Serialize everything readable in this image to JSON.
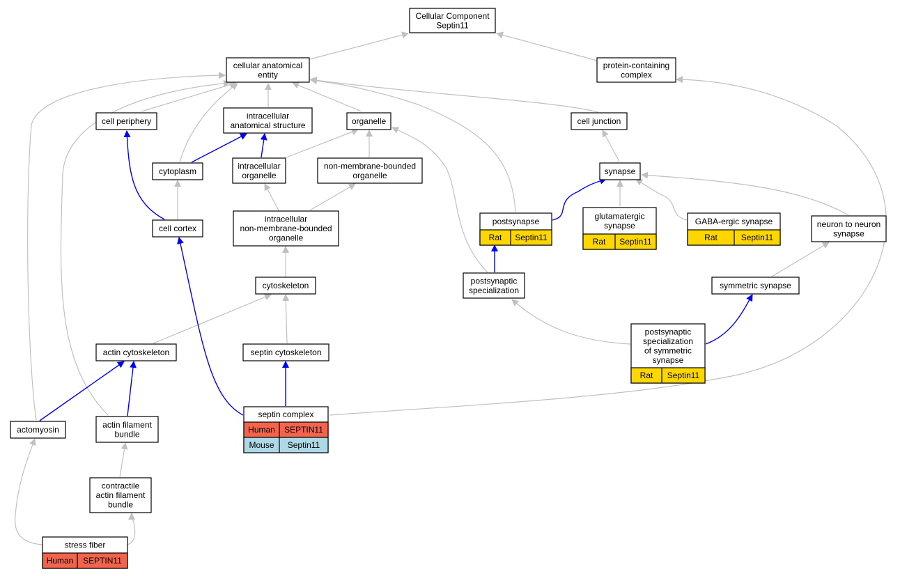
{
  "diagram_title": "",
  "colors": {
    "edge_gray": "#c0c0c0",
    "edge_blue": "#0000ff",
    "human": "#f4634b",
    "rat": "#ffd700",
    "mouse": "#add8e6",
    "node_fill": "#ffffff",
    "node_stroke": "#000000"
  },
  "nodes": [
    {
      "id": "root",
      "lines": [
        "Cellular Component",
        "Septin11"
      ]
    },
    {
      "id": "cae",
      "lines": [
        "cellular anatomical",
        "entity"
      ]
    },
    {
      "id": "pcc",
      "lines": [
        "protein-containing",
        "complex"
      ]
    },
    {
      "id": "cperiph",
      "lines": [
        "cell periphery"
      ]
    },
    {
      "id": "ias",
      "lines": [
        "intracellular",
        "anatomical structure"
      ]
    },
    {
      "id": "organelle",
      "lines": [
        "organelle"
      ]
    },
    {
      "id": "cjunc",
      "lines": [
        "cell junction"
      ]
    },
    {
      "id": "cytoplasm",
      "lines": [
        "cytoplasm"
      ]
    },
    {
      "id": "iorg",
      "lines": [
        "intracellular",
        "organelle"
      ]
    },
    {
      "id": "nmbo",
      "lines": [
        "non-membrane-bounded",
        "organelle"
      ]
    },
    {
      "id": "synapse",
      "lines": [
        "synapse"
      ]
    },
    {
      "id": "postsyn",
      "lines": [
        "postsynapse"
      ],
      "species": [
        {
          "name": "Rat",
          "gene": "Septin11",
          "color_key": "rat"
        }
      ]
    },
    {
      "id": "glut",
      "lines": [
        "glutamatergic",
        "synapse"
      ],
      "species": [
        {
          "name": "Rat",
          "gene": "Septin11",
          "color_key": "rat"
        }
      ]
    },
    {
      "id": "gaba",
      "lines": [
        "GABA-ergic synapse"
      ],
      "species": [
        {
          "name": "Rat",
          "gene": "Septin11",
          "color_key": "rat"
        }
      ]
    },
    {
      "id": "n2n",
      "lines": [
        "neuron to neuron",
        "synapse"
      ]
    },
    {
      "id": "ccortex",
      "lines": [
        "cell cortex"
      ]
    },
    {
      "id": "inmbo",
      "lines": [
        "intracellular",
        "non-membrane-bounded",
        "organelle"
      ]
    },
    {
      "id": "cytoskel",
      "lines": [
        "cytoskeleton"
      ]
    },
    {
      "id": "pspec",
      "lines": [
        "postsynaptic",
        "specialization"
      ]
    },
    {
      "id": "symsyn",
      "lines": [
        "symmetric synapse"
      ]
    },
    {
      "id": "pspecsym",
      "lines": [
        "postsynaptic",
        "specialization",
        "of symmetric",
        "synapse"
      ],
      "species": [
        {
          "name": "Rat",
          "gene": "Septin11",
          "color_key": "rat"
        }
      ]
    },
    {
      "id": "actincyto",
      "lines": [
        "actin cytoskeleton"
      ]
    },
    {
      "id": "septincyto",
      "lines": [
        "septin cytoskeleton"
      ]
    },
    {
      "id": "septincomplex",
      "lines": [
        "septin complex"
      ],
      "species": [
        {
          "name": "Human",
          "gene": "SEPTIN11",
          "color_key": "human"
        },
        {
          "name": "Mouse",
          "gene": "Septin11",
          "color_key": "mouse"
        }
      ]
    },
    {
      "id": "actomyosin",
      "lines": [
        "actomyosin"
      ]
    },
    {
      "id": "afb",
      "lines": [
        "actin filament",
        "bundle"
      ]
    },
    {
      "id": "cafb",
      "lines": [
        "contractile",
        "actin filament",
        "bundle"
      ]
    },
    {
      "id": "stressfiber",
      "lines": [
        "stress fiber"
      ],
      "species": [
        {
          "name": "Human",
          "gene": "SEPTIN11",
          "color_key": "human"
        }
      ]
    }
  ],
  "edges": [
    {
      "from": "cae",
      "to": "root",
      "kind": "is_a"
    },
    {
      "from": "pcc",
      "to": "root",
      "kind": "is_a"
    },
    {
      "from": "cperiph",
      "to": "cae",
      "kind": "is_a"
    },
    {
      "from": "ias",
      "to": "cae",
      "kind": "is_a"
    },
    {
      "from": "organelle",
      "to": "cae",
      "kind": "is_a"
    },
    {
      "from": "cjunc",
      "to": "cae",
      "kind": "is_a"
    },
    {
      "from": "cytoplasm",
      "to": "cae",
      "kind": "is_a"
    },
    {
      "from": "postsyn",
      "to": "cae",
      "kind": "is_a"
    },
    {
      "from": "actomyosin",
      "to": "cae",
      "kind": "is_a"
    },
    {
      "from": "afb",
      "to": "cae",
      "kind": "is_a"
    },
    {
      "from": "septincomplex",
      "to": "pcc",
      "kind": "is_a"
    },
    {
      "from": "cytoplasm",
      "to": "ias",
      "kind": "part_of"
    },
    {
      "from": "iorg",
      "to": "ias",
      "kind": "part_of"
    },
    {
      "from": "iorg",
      "to": "organelle",
      "kind": "is_a"
    },
    {
      "from": "nmbo",
      "to": "organelle",
      "kind": "is_a"
    },
    {
      "from": "pspec",
      "to": "organelle",
      "kind": "is_a"
    },
    {
      "from": "synapse",
      "to": "cjunc",
      "kind": "is_a"
    },
    {
      "from": "ccortex",
      "to": "cperiph",
      "kind": "part_of"
    },
    {
      "from": "ccortex",
      "to": "cytoplasm",
      "kind": "is_a"
    },
    {
      "from": "inmbo",
      "to": "iorg",
      "kind": "is_a"
    },
    {
      "from": "inmbo",
      "to": "nmbo",
      "kind": "is_a"
    },
    {
      "from": "postsyn",
      "to": "synapse",
      "kind": "part_of"
    },
    {
      "from": "glut",
      "to": "synapse",
      "kind": "is_a"
    },
    {
      "from": "gaba",
      "to": "synapse",
      "kind": "is_a"
    },
    {
      "from": "n2n",
      "to": "synapse",
      "kind": "is_a"
    },
    {
      "from": "cytoskel",
      "to": "inmbo",
      "kind": "is_a"
    },
    {
      "from": "pspec",
      "to": "postsyn",
      "kind": "part_of"
    },
    {
      "from": "symsyn",
      "to": "n2n",
      "kind": "is_a"
    },
    {
      "from": "pspecsym",
      "to": "pspec",
      "kind": "is_a"
    },
    {
      "from": "pspecsym",
      "to": "symsyn",
      "kind": "part_of"
    },
    {
      "from": "actincyto",
      "to": "cytoskel",
      "kind": "is_a"
    },
    {
      "from": "septincyto",
      "to": "cytoskel",
      "kind": "is_a"
    },
    {
      "from": "septincomplex",
      "to": "septincyto",
      "kind": "part_of"
    },
    {
      "from": "septincomplex",
      "to": "ccortex",
      "kind": "part_of"
    },
    {
      "from": "actomyosin",
      "to": "actincyto",
      "kind": "part_of"
    },
    {
      "from": "afb",
      "to": "actincyto",
      "kind": "part_of"
    },
    {
      "from": "cafb",
      "to": "afb",
      "kind": "is_a"
    },
    {
      "from": "stressfiber",
      "to": "actomyosin",
      "kind": "is_a"
    },
    {
      "from": "stressfiber",
      "to": "cafb",
      "kind": "is_a"
    }
  ]
}
